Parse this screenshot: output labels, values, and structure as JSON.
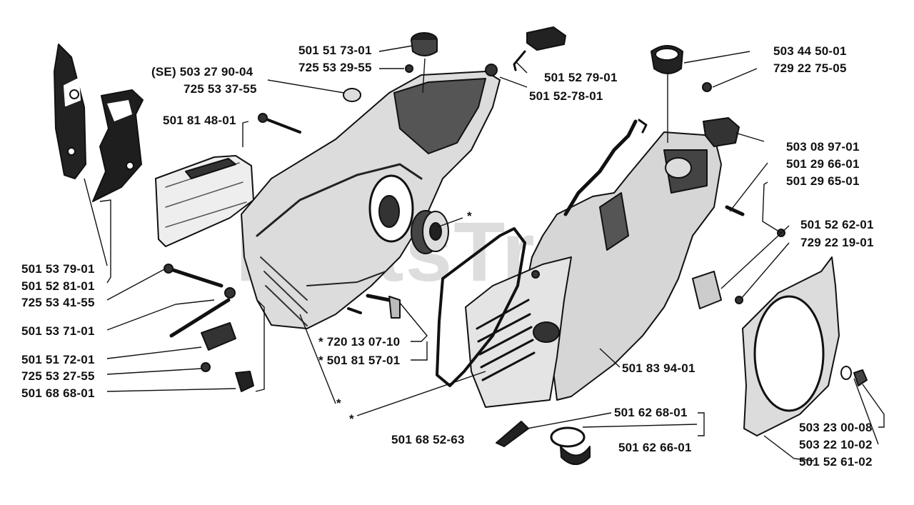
{
  "watermark": "PartsTree",
  "parts": {
    "p1": "501 51 73-01",
    "p2": "725 53 29-55",
    "p3": "(SE) 503 27 90-04",
    "p4": "725 53 37-55",
    "p5": "501 81 48-01",
    "p6": "501 52 79-01",
    "p7": "501 52-78-01",
    "p8": "503 44 50-01",
    "p9": "729 22 75-05",
    "p10": "503 08 97-01",
    "p11": "501 29 66-01",
    "p12": "501 29 65-01",
    "p13": "501 52 62-01",
    "p14": "729 22 19-01",
    "p15": "501 53 79-01",
    "p16": "501 52 81-01",
    "p17": "725 53 41-55",
    "p18": "501 53 71-01",
    "p19": "501 51 72-01",
    "p20": "725 53 27-55",
    "p21": "501 68 68-01",
    "p22": "* 720 13 07-10",
    "p23": "* 501 81 57-01",
    "p24": "501 83 94-01",
    "p25": "501 62 68-01",
    "p26": "501 62 66-01",
    "p27": "501 68 52-63",
    "p28": "503 23 00-08",
    "p29": "503 22 10-02",
    "p30": "501 52 61-02",
    "star": "*"
  }
}
